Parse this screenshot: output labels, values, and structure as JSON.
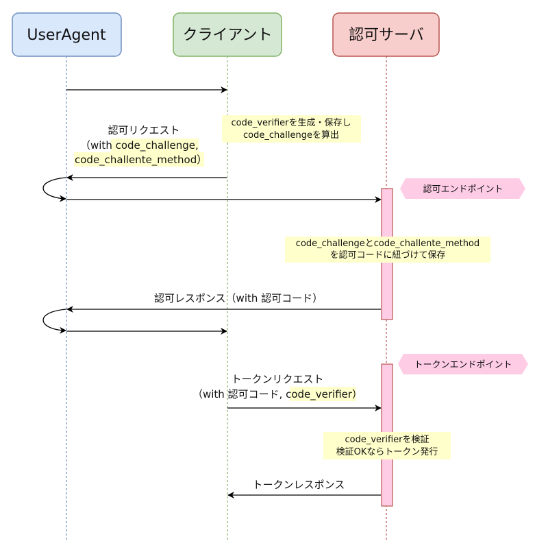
{
  "actors": {
    "useragent": {
      "label": "UserAgent",
      "fill": "#dae8fc",
      "stroke": "#6c8ebf"
    },
    "client": {
      "label": "クライアント",
      "fill": "#d5e8d4",
      "stroke": "#82b366"
    },
    "authserver": {
      "label": "認可サーバ",
      "fill": "#f8cecc",
      "stroke": "#b85450"
    }
  },
  "badges": {
    "auth_endpoint": "認可エンドポイント",
    "token_endpoint": "トークンエンドポイント",
    "fill": "#ffcce6"
  },
  "notes": {
    "client_generate": {
      "line1": "code_verifierを生成・保存し",
      "line2": "code_challengeを算出"
    },
    "server_store": {
      "line1": "code_challengeとcode_challente_method",
      "line2": "を認可コードに紐づけて保存"
    },
    "server_verify": {
      "line1": "code_verifierを検証",
      "line2": "検証OKならトークン発行"
    },
    "fill": "#ffffcc"
  },
  "messages": {
    "auth_request": {
      "line1": "認可リクエスト",
      "line2_prefix": "（with ",
      "line2_highlight": "code_challenge,",
      "line3_highlight": "code_challente_method",
      "line3_suffix": "）"
    },
    "auth_response": "認可レスポンス（with 認可コード）",
    "token_request": {
      "line1": "トークンリクエスト",
      "line2_prefix": "（with 認可コード, ",
      "line2_highlight": "code_verifier",
      "line2_suffix": "）"
    },
    "token_response": "トークンレスポンス"
  },
  "activation_fill": "#ffcce6",
  "activation_stroke": "#b85450"
}
